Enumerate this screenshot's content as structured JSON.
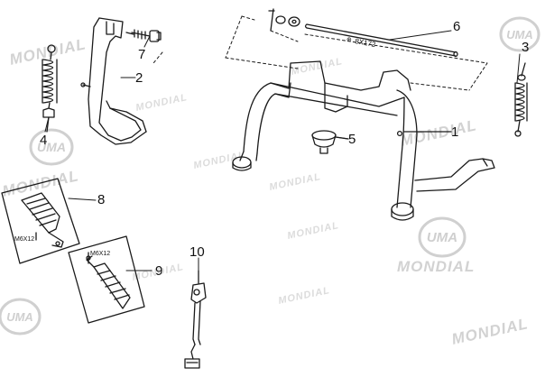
{
  "watermark": {
    "brand": "MONDIAL",
    "logo_text": "UMA"
  },
  "callouts": {
    "p1": "1",
    "p2": "2",
    "p3": "3",
    "p4": "4",
    "p5": "5",
    "p6": "6",
    "p7": "7",
    "p8": "8",
    "p9": "9",
    "p10": "10"
  },
  "fastener_labels": {
    "shaft": "8X172",
    "bolt_8": "M6X12",
    "bolt_9": "M6X12"
  },
  "colors": {
    "line": "#1a1a1a",
    "watermark": "#d2d2d2"
  }
}
